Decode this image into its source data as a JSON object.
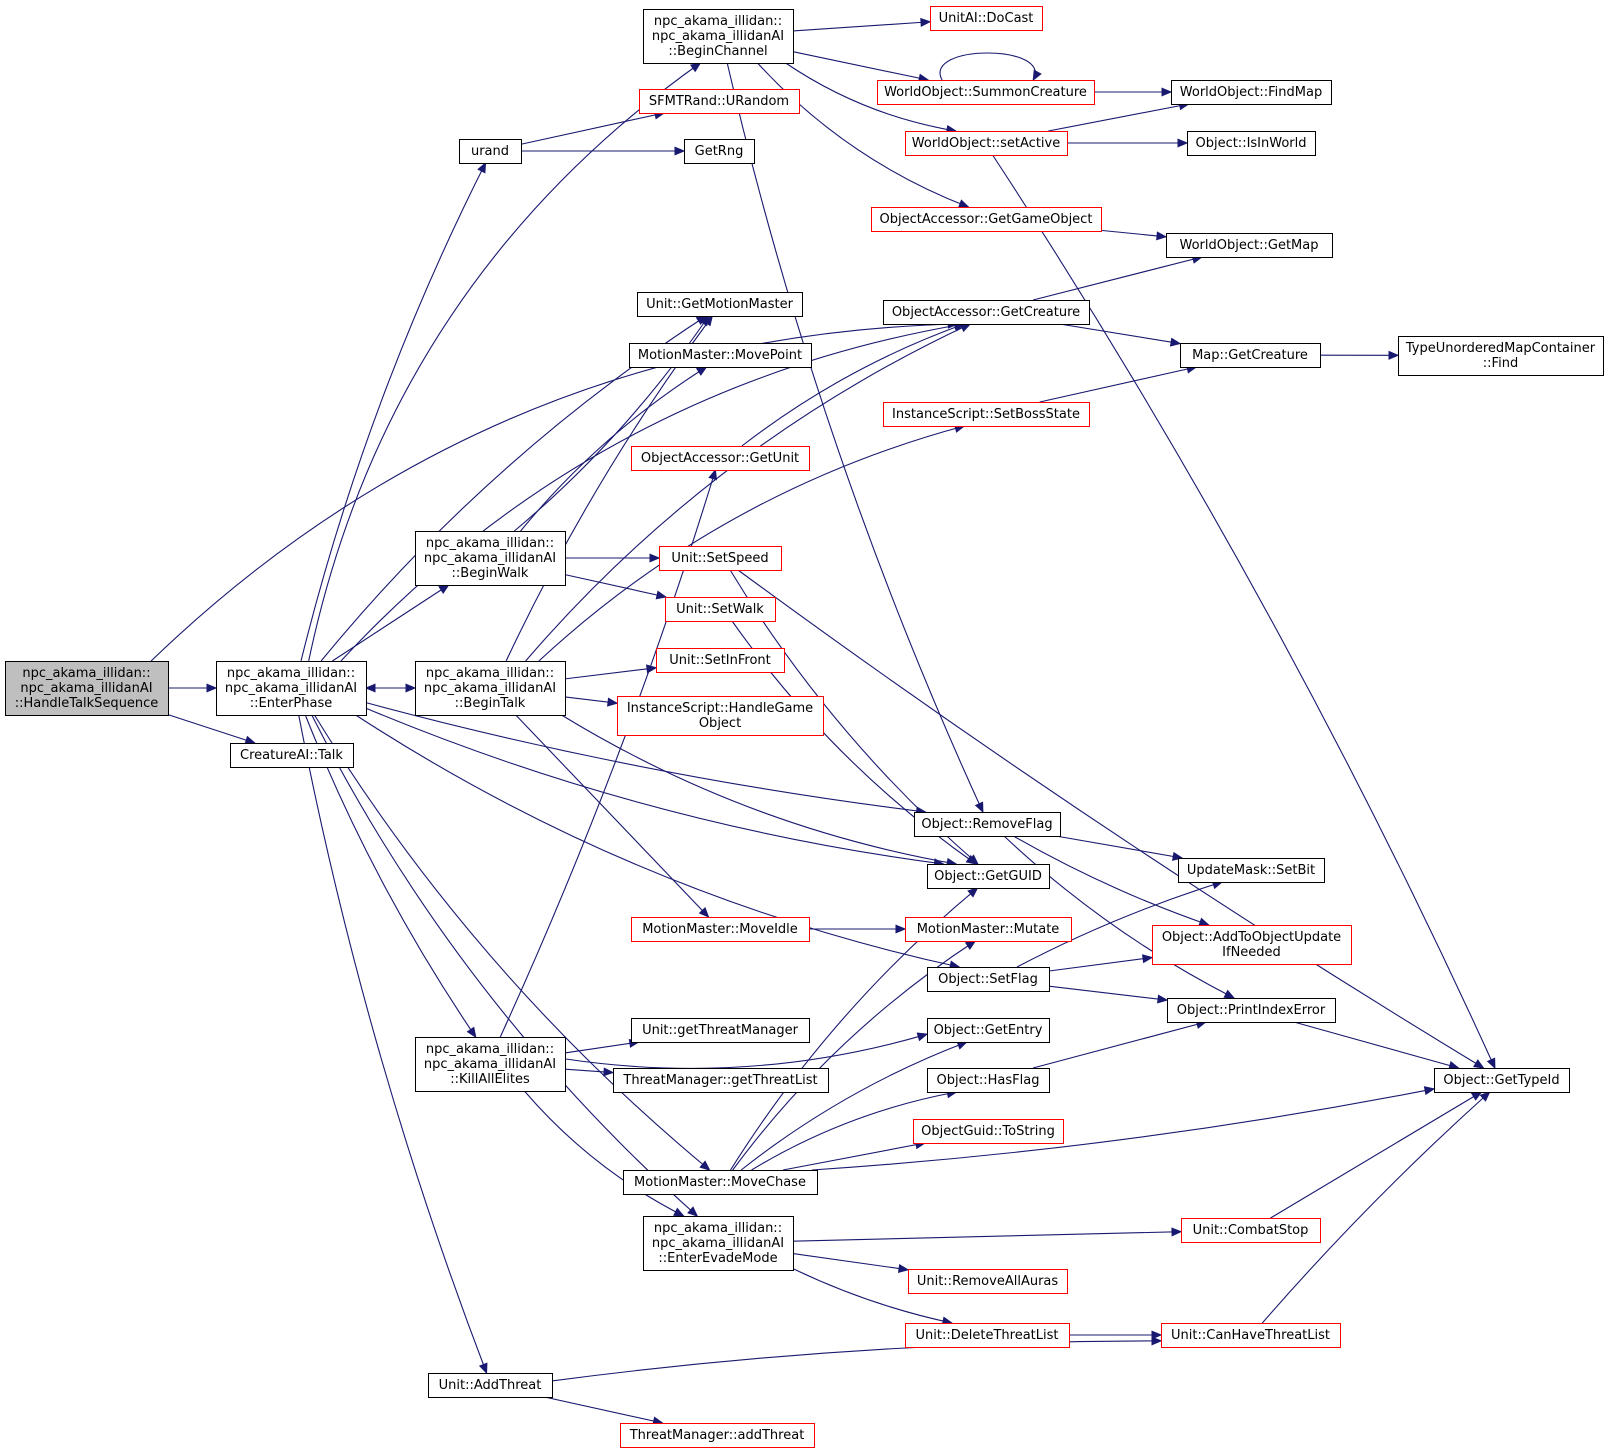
{
  "colors": {
    "edge": "#191970",
    "root_fill": "#bfbfbf",
    "node_fill": "#ffffff",
    "border_black": "#000000",
    "border_red": "#ff0000"
  },
  "nodes": [
    {
      "id": "handleTalkSequence",
      "lines": [
        "npc_akama_illidan::",
        "npc_akama_illidanAI",
        "::HandleTalkSequence"
      ],
      "border": "black",
      "root": true
    },
    {
      "id": "enterPhase",
      "lines": [
        "npc_akama_illidan::",
        "npc_akama_illidanAI",
        "::EnterPhase"
      ],
      "border": "black"
    },
    {
      "id": "creatureTalk",
      "lines": [
        "CreatureAI::Talk"
      ],
      "border": "black"
    },
    {
      "id": "urand",
      "lines": [
        "urand"
      ],
      "border": "black"
    },
    {
      "id": "beginChannel",
      "lines": [
        "npc_akama_illidan::",
        "npc_akama_illidanAI",
        "::BeginChannel"
      ],
      "border": "black"
    },
    {
      "id": "beginWalk",
      "lines": [
        "npc_akama_illidan::",
        "npc_akama_illidanAI",
        "::BeginWalk"
      ],
      "border": "black"
    },
    {
      "id": "beginTalk",
      "lines": [
        "npc_akama_illidan::",
        "npc_akama_illidanAI",
        "::BeginTalk"
      ],
      "border": "black"
    },
    {
      "id": "killAllElites",
      "lines": [
        "npc_akama_illidan::",
        "npc_akama_illidanAI",
        "::KillAllElites"
      ],
      "border": "black"
    },
    {
      "id": "addThreat",
      "lines": [
        "Unit::AddThreat"
      ],
      "border": "black"
    },
    {
      "id": "sfmtRandom",
      "lines": [
        "SFMTRand::URandom"
      ],
      "border": "red"
    },
    {
      "id": "getRng",
      "lines": [
        "GetRng"
      ],
      "border": "black"
    },
    {
      "id": "getMotionMaster",
      "lines": [
        "Unit::GetMotionMaster"
      ],
      "border": "black"
    },
    {
      "id": "movePoint",
      "lines": [
        "MotionMaster::MovePoint"
      ],
      "border": "black"
    },
    {
      "id": "oaGetUnit",
      "lines": [
        "ObjectAccessor::GetUnit"
      ],
      "border": "red"
    },
    {
      "id": "setSpeed",
      "lines": [
        "Unit::SetSpeed"
      ],
      "border": "red"
    },
    {
      "id": "setWalk",
      "lines": [
        "Unit::SetWalk"
      ],
      "border": "red"
    },
    {
      "id": "setInFront",
      "lines": [
        "Unit::SetInFront"
      ],
      "border": "red"
    },
    {
      "id": "handleGameObject",
      "lines": [
        "InstanceScript::HandleGame",
        "Object"
      ],
      "border": "red"
    },
    {
      "id": "moveIdle",
      "lines": [
        "MotionMaster::MoveIdle"
      ],
      "border": "red"
    },
    {
      "id": "getThreatManager",
      "lines": [
        "Unit::getThreatManager"
      ],
      "border": "black"
    },
    {
      "id": "getThreatList",
      "lines": [
        "ThreatManager::getThreatList"
      ],
      "border": "black"
    },
    {
      "id": "moveChase",
      "lines": [
        "MotionMaster::MoveChase"
      ],
      "border": "black"
    },
    {
      "id": "enterEvadeMode",
      "lines": [
        "npc_akama_illidan::",
        "npc_akama_illidanAI",
        "::EnterEvadeMode"
      ],
      "border": "black"
    },
    {
      "id": "tmAddThreat",
      "lines": [
        "ThreatManager::addThreat"
      ],
      "border": "red"
    },
    {
      "id": "doCast",
      "lines": [
        "UnitAI::DoCast"
      ],
      "border": "red"
    },
    {
      "id": "summonCreature",
      "lines": [
        "WorldObject::SummonCreature"
      ],
      "border": "red"
    },
    {
      "id": "setActive",
      "lines": [
        "WorldObject::setActive"
      ],
      "border": "red"
    },
    {
      "id": "oaGetGameObject",
      "lines": [
        "ObjectAccessor::GetGameObject"
      ],
      "border": "red"
    },
    {
      "id": "oaGetCreature",
      "lines": [
        "ObjectAccessor::GetCreature"
      ],
      "border": "black"
    },
    {
      "id": "setBossState",
      "lines": [
        "InstanceScript::SetBossState"
      ],
      "border": "red"
    },
    {
      "id": "removeFlag",
      "lines": [
        "Object::RemoveFlag"
      ],
      "border": "black"
    },
    {
      "id": "getGUID",
      "lines": [
        "Object::GetGUID"
      ],
      "border": "black"
    },
    {
      "id": "mutate",
      "lines": [
        "MotionMaster::Mutate"
      ],
      "border": "red"
    },
    {
      "id": "setFlag",
      "lines": [
        "Object::SetFlag"
      ],
      "border": "black"
    },
    {
      "id": "getEntry",
      "lines": [
        "Object::GetEntry"
      ],
      "border": "black"
    },
    {
      "id": "hasFlag",
      "lines": [
        "Object::HasFlag"
      ],
      "border": "black"
    },
    {
      "id": "toString",
      "lines": [
        "ObjectGuid::ToString"
      ],
      "border": "red"
    },
    {
      "id": "combatStop",
      "lines": [
        "Unit::CombatStop"
      ],
      "border": "red"
    },
    {
      "id": "removeAllAuras",
      "lines": [
        "Unit::RemoveAllAuras"
      ],
      "border": "red"
    },
    {
      "id": "deleteThreatList",
      "lines": [
        "Unit::DeleteThreatList"
      ],
      "border": "red"
    },
    {
      "id": "findMap",
      "lines": [
        "WorldObject::FindMap"
      ],
      "border": "black"
    },
    {
      "id": "isInWorld",
      "lines": [
        "Object::IsInWorld"
      ],
      "border": "black"
    },
    {
      "id": "woGetMap",
      "lines": [
        "WorldObject::GetMap"
      ],
      "border": "black"
    },
    {
      "id": "mapGetCreature",
      "lines": [
        "Map::GetCreature"
      ],
      "border": "black"
    },
    {
      "id": "setBit",
      "lines": [
        "UpdateMask::SetBit"
      ],
      "border": "black"
    },
    {
      "id": "addToObjectUpdate",
      "lines": [
        "Object::AddToObjectUpdate",
        "IfNeeded"
      ],
      "border": "red"
    },
    {
      "id": "printIndexError",
      "lines": [
        "Object::PrintIndexError"
      ],
      "border": "black"
    },
    {
      "id": "canHaveThreatList",
      "lines": [
        "Unit::CanHaveThreatList"
      ],
      "border": "red"
    },
    {
      "id": "typeUnorderedFind",
      "lines": [
        "TypeUnorderedMapContainer",
        "::Find"
      ],
      "border": "black"
    },
    {
      "id": "getTypeId",
      "lines": [
        "Object::GetTypeId"
      ],
      "border": "black"
    }
  ]
}
